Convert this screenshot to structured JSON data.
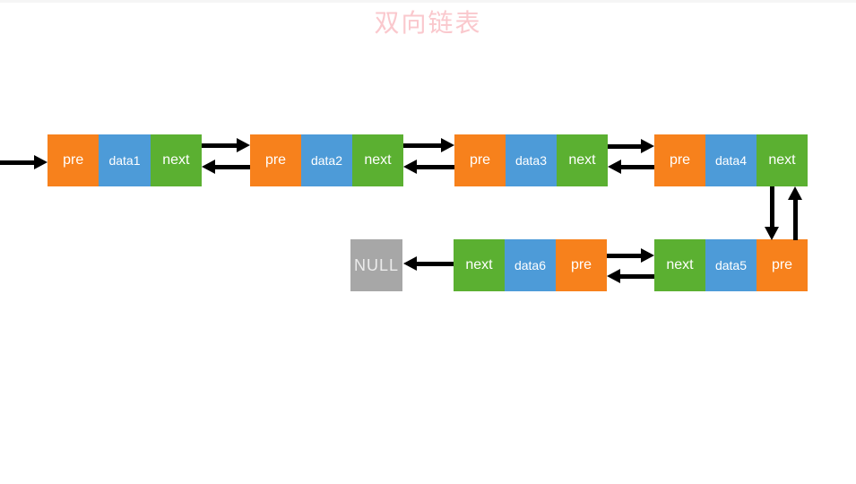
{
  "title": "双向链表",
  "colors": {
    "pre_cell": "#F7811C",
    "data_cell": "#4D9BD8",
    "next_cell": "#5BB031",
    "null_box": "#A7A7A7",
    "title_text": "#FAC8CD",
    "arrow": "#000000",
    "cell_text": "#FFFFFF"
  },
  "null_box": {
    "label": "NULL"
  },
  "nodes": [
    {
      "id": "node-data1",
      "cells": [
        {
          "type": "pre",
          "label": "pre"
        },
        {
          "type": "data",
          "label": "data1"
        },
        {
          "type": "next",
          "label": "next"
        }
      ]
    },
    {
      "id": "node-data2",
      "cells": [
        {
          "type": "pre",
          "label": "pre"
        },
        {
          "type": "data",
          "label": "data2"
        },
        {
          "type": "next",
          "label": "next"
        }
      ]
    },
    {
      "id": "node-data3",
      "cells": [
        {
          "type": "pre",
          "label": "pre"
        },
        {
          "type": "data",
          "label": "data3"
        },
        {
          "type": "next",
          "label": "next"
        }
      ]
    },
    {
      "id": "node-data4",
      "cells": [
        {
          "type": "pre",
          "label": "pre"
        },
        {
          "type": "data",
          "label": "data4"
        },
        {
          "type": "next",
          "label": "next"
        }
      ]
    },
    {
      "id": "node-data6",
      "cells": [
        {
          "type": "next",
          "label": "next"
        },
        {
          "type": "data",
          "label": "data6"
        },
        {
          "type": "pre",
          "label": "pre"
        }
      ]
    },
    {
      "id": "node-data5",
      "cells": [
        {
          "type": "next",
          "label": "next"
        },
        {
          "type": "data",
          "label": "data5"
        },
        {
          "type": "pre",
          "label": "pre"
        }
      ]
    }
  ],
  "arrows": [
    {
      "from": "off-screen-left",
      "to": "data1.pre",
      "direction": "right"
    },
    {
      "from": "data1.next",
      "to": "data2",
      "direction": "right"
    },
    {
      "from": "data2.pre",
      "to": "data1",
      "direction": "left"
    },
    {
      "from": "data2.next",
      "to": "data3",
      "direction": "right"
    },
    {
      "from": "data3.pre",
      "to": "data2",
      "direction": "left"
    },
    {
      "from": "data3.next",
      "to": "data4",
      "direction": "right"
    },
    {
      "from": "data4.pre",
      "to": "data3",
      "direction": "left"
    },
    {
      "from": "data4.next",
      "to": "data5",
      "direction": "down"
    },
    {
      "from": "data5.pre",
      "to": "data4",
      "direction": "up"
    },
    {
      "from": "data5.next",
      "to": "data6",
      "direction": "left"
    },
    {
      "from": "data6.pre",
      "to": "data5",
      "direction": "right"
    },
    {
      "from": "data6.next",
      "to": "NULL",
      "direction": "left"
    }
  ]
}
